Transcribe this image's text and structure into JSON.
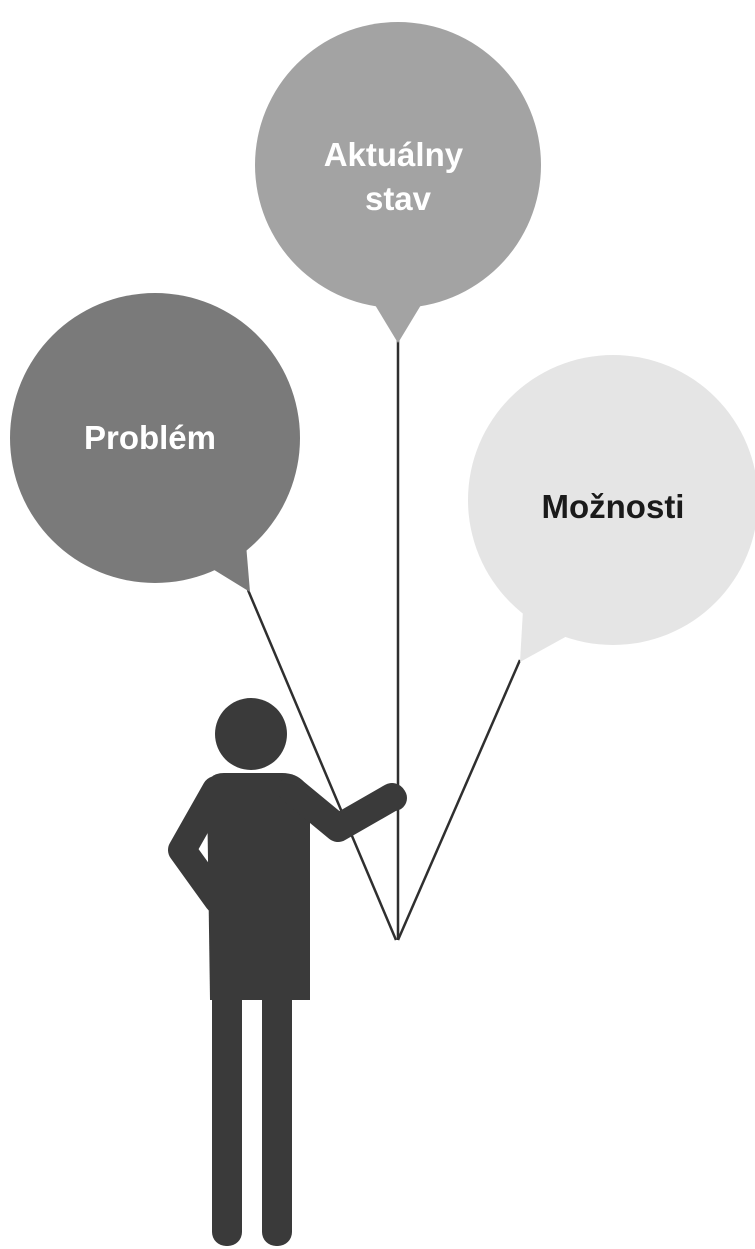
{
  "colors": {
    "background": "#ffffff",
    "balloon_problem": "#7a7a7a",
    "balloon_current_state": "#a3a3a3",
    "balloon_options": "#e5e5e5",
    "text_on_dark": "#ffffff",
    "text_on_light": "#1a1a1a",
    "string": "#2f2f2f",
    "person": "#3a3a3a"
  },
  "balloons": {
    "current_state": {
      "line1": "Aktuálny",
      "line2": "stav"
    },
    "problem": {
      "label": "Problém"
    },
    "options": {
      "label": "Možnosti"
    }
  },
  "icons": {
    "person": "person-holding-balloons-icon"
  }
}
